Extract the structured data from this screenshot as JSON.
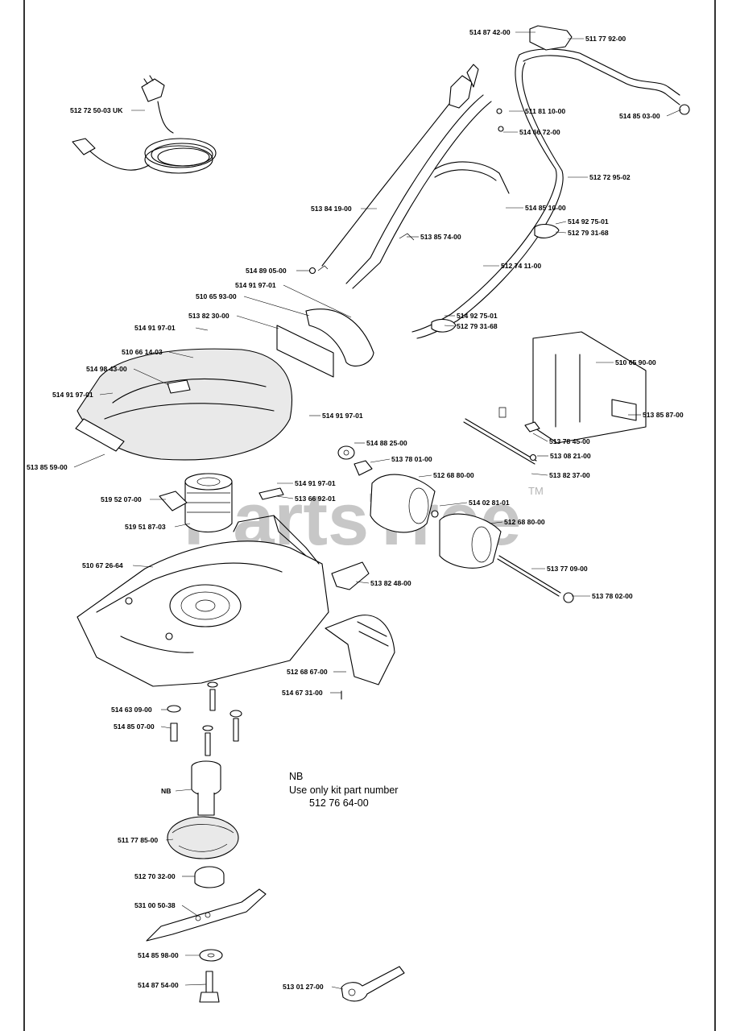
{
  "watermark": {
    "brand": "PartsTree",
    "trademark": "TM"
  },
  "note": {
    "line1": "NB",
    "line2": "Use only kit part number",
    "line3": "512 76 64-00"
  },
  "labels": {
    "p01": "514 87 42-00",
    "p02": "511 77 92-00",
    "p03": "514 85 03-00",
    "p04": "512 72 50-03 UK",
    "p05": "511 81 10-00",
    "p06": "514 66 72-00",
    "p07": "512 72 95-02",
    "p08": "513 84 19-00",
    "p09": "514 85 10-00",
    "p10": "514 92 75-01",
    "p11": "512 79 31-68",
    "p12": "513 85 74-00",
    "p13": "512 74 11-00",
    "p14": "514 89 05-00",
    "p15": "514 91 97-01",
    "p16": "510 65 93-00",
    "p17": "514 92 75-01",
    "p18": "512 79 31-68",
    "p19": "513 82 30-00",
    "p20": "514 91 97-01",
    "p21": "510 66 14-03",
    "p22": "514 98 43-00",
    "p23": "514 91 97-01",
    "p24": "514 91 97-01",
    "p25": "510 65 90-00",
    "p26": "513 85 87-00",
    "p27": "513 78 45-00",
    "p28": "513 85 59-00",
    "p29": "514 88 25-00",
    "p30": "513 08 21-00",
    "p31": "513 78 01-00",
    "p32": "513 82 37-00",
    "p33": "512 68 80-00",
    "p34": "514 91 97-01",
    "p35": "519 52 07-00",
    "p36": "513 66 92-01",
    "p37": "514 02 81-01",
    "p38": "512 68 80-00",
    "p39": "519 51 87-03",
    "p40": "510 67 26-64",
    "p41": "513 77 09-00",
    "p42": "513 82 48-00",
    "p43": "513 78 02-00",
    "p44": "512 68 67-00",
    "p45": "514 67 31-00",
    "p46": "514 63 09-00",
    "p47": "514 85 07-00",
    "p48": "NB",
    "p49": "511 77 85-00",
    "p50": "512 70 32-00",
    "p51": "531 00 50-38",
    "p52": "514 85 98-00",
    "p53": "514 87 54-00",
    "p54": "513 01 27-00"
  }
}
